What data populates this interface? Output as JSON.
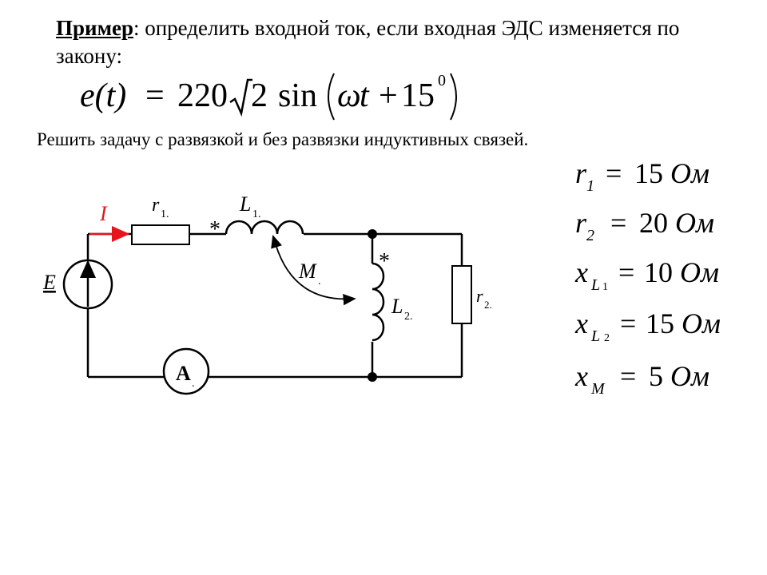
{
  "task": {
    "lead": "Пример",
    "text": ": определить входной ток, если входная ЭДС изменяется по закону:"
  },
  "equation": {
    "lhs": "e(t)",
    "eq": "=",
    "amp": "220",
    "sqrt_arg": "2",
    "func": "sin",
    "arg_omega": "ω",
    "arg_t": "t",
    "arg_plus": "+",
    "arg_phase": "15",
    "arg_deg": "0"
  },
  "subtask": "Решить задачу с развязкой и без развязки индуктивных связей.",
  "params": [
    {
      "sym": "r",
      "sub": "1",
      "value": "15",
      "unit": "Ом"
    },
    {
      "sym": "r",
      "sub": "2",
      "value": "20",
      "unit": "Ом"
    },
    {
      "sym": "x",
      "sub": "L",
      "sub2": "1",
      "value": "10",
      "unit": "Ом"
    },
    {
      "sym": "x",
      "sub": "L",
      "sub2": "2",
      "value": "15",
      "unit": "Ом"
    },
    {
      "sym": "x",
      "sub": "M",
      "value": "5",
      "unit": "Ом"
    }
  ],
  "circuit": {
    "labels": {
      "current": "I",
      "source": "E",
      "r1": "r",
      "r1_sub": "1.",
      "l1": "L",
      "l1_sub": "1.",
      "mutual": "M",
      "mutual_sub": ".",
      "l2": "L",
      "l2_sub": "2.",
      "r2": "r",
      "r2_sub": "2.",
      "ammeter": "A",
      "ammeter_sub": ".",
      "star1": "*",
      "star2": "*"
    },
    "colors": {
      "wire": "#000000",
      "current": "#e8141c",
      "arrow": "#e8141c"
    }
  }
}
